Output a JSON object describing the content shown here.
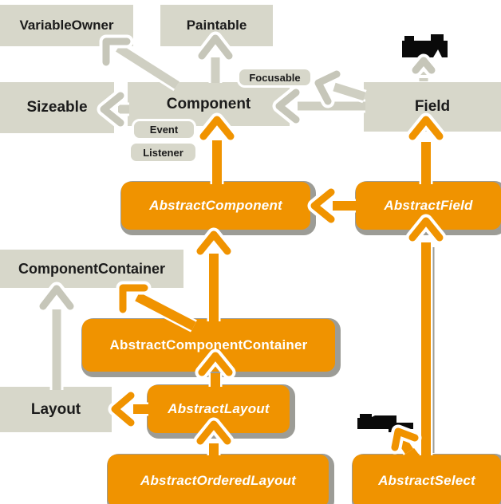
{
  "diagram": {
    "type": "class-hierarchy",
    "colors": {
      "class_fill": "#f09300",
      "interface_fill": "#d7d7ca",
      "arrow_gray": "#c6c6b9",
      "arrow_orange": "#f09300",
      "shadow": "#9c9c96",
      "text_dark": "#1b1b1b",
      "text_light": "#ffffff",
      "redacted": "#0a0a0a"
    },
    "nodes": {
      "variable_owner": {
        "label": "VariableOwner",
        "kind": "interface"
      },
      "paintable": {
        "label": "Paintable",
        "kind": "interface"
      },
      "sizeable": {
        "label": "Sizeable",
        "kind": "interface"
      },
      "component": {
        "label": "Component",
        "kind": "interface"
      },
      "focusable": {
        "label": "Focusable",
        "kind": "nested-interface"
      },
      "event": {
        "label": "Event",
        "kind": "nested-class"
      },
      "listener": {
        "label": "Listener",
        "kind": "nested-interface"
      },
      "field": {
        "label": "Field",
        "kind": "interface"
      },
      "redacted_top": {
        "label": "",
        "kind": "redacted"
      },
      "abstract_component": {
        "label": "AbstractComponent",
        "kind": "abstract-class"
      },
      "abstract_field": {
        "label": "AbstractField",
        "kind": "abstract-class"
      },
      "component_container": {
        "label": "ComponentContainer",
        "kind": "interface"
      },
      "abstract_component_container": {
        "label": "AbstractComponentContainer",
        "kind": "class"
      },
      "layout": {
        "label": "Layout",
        "kind": "interface"
      },
      "abstract_layout": {
        "label": "AbstractLayout",
        "kind": "abstract-class"
      },
      "redacted_bottom": {
        "label": "",
        "kind": "redacted"
      },
      "abstract_ordered_layout": {
        "label": "AbstractOrderedLayout",
        "kind": "abstract-class"
      },
      "abstract_select": {
        "label": "AbstractSelect",
        "kind": "abstract-class"
      }
    },
    "edges": [
      {
        "from": "component",
        "to": "variable_owner",
        "color": "gray"
      },
      {
        "from": "component",
        "to": "paintable",
        "color": "gray"
      },
      {
        "from": "component",
        "to": "sizeable",
        "color": "gray"
      },
      {
        "from": "field",
        "to": "component",
        "color": "gray"
      },
      {
        "from": "field",
        "to": "focusable",
        "color": "gray"
      },
      {
        "from": "field",
        "to": "redacted_top",
        "color": "gray",
        "style": "dashed"
      },
      {
        "from": "layout",
        "to": "component_container",
        "color": "gray"
      },
      {
        "from": "abstract_component",
        "to": "component",
        "color": "orange"
      },
      {
        "from": "abstract_field",
        "to": "field",
        "color": "orange"
      },
      {
        "from": "abstract_field",
        "to": "abstract_component",
        "color": "orange"
      },
      {
        "from": "abstract_component_container",
        "to": "abstract_component",
        "color": "orange"
      },
      {
        "from": "abstract_component_container",
        "to": "component_container",
        "color": "orange"
      },
      {
        "from": "abstract_layout",
        "to": "layout",
        "color": "orange"
      },
      {
        "from": "abstract_layout",
        "to": "abstract_component_container",
        "color": "orange"
      },
      {
        "from": "abstract_ordered_layout",
        "to": "abstract_layout",
        "color": "orange"
      },
      {
        "from": "abstract_select",
        "to": "abstract_field",
        "color": "orange"
      },
      {
        "from": "abstract_select",
        "to": "redacted_bottom",
        "color": "orange"
      }
    ]
  }
}
